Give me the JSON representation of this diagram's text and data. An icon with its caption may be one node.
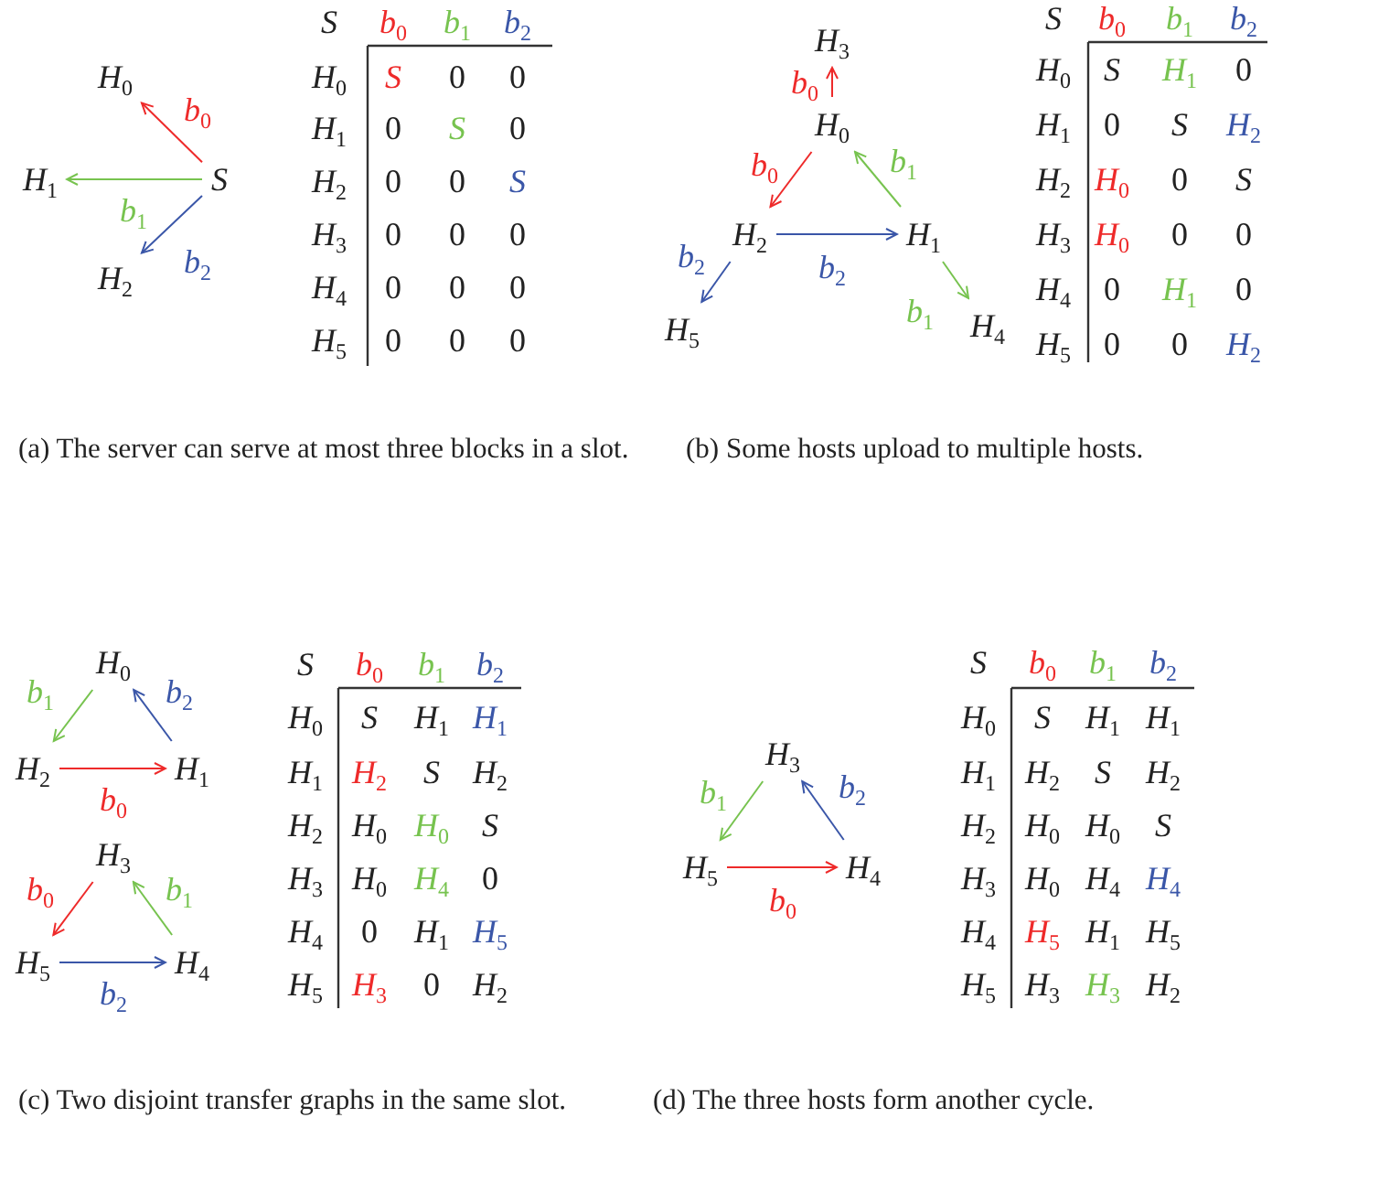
{
  "diagram": {
    "nodes": [
      {
        "text": [
          "H$_{0}$"
        ]
      },
      {
        "text": [
          "H$_{1}$"
        ]
      },
      {
        "text": [
          "S"
        ]
      },
      {
        "text": [
          "H$_{2}$"
        ]
      },
      {
        "text": [
          "H$_{3}$"
        ]
      },
      {
        "text": [
          "H$_{0}$"
        ]
      },
      {
        "text": [
          "H$_{2}$"
        ]
      },
      {
        "text": [
          "H$_{1}$"
        ]
      },
      {
        "text": [
          "H$_{5}$"
        ]
      },
      {
        "text": [
          "H$_{4}$"
        ]
      },
      {
        "text": [
          "H$_{0}$"
        ]
      },
      {
        "text": [
          "H$_{2}$"
        ]
      },
      {
        "text": [
          "H$_{1}$"
        ]
      },
      {
        "text": [
          "H$_{3}$"
        ]
      },
      {
        "text": [
          "H$_{5}$"
        ]
      },
      {
        "text": [
          "H$_{4}$"
        ]
      },
      {
        "text": [
          "H$_{3}$"
        ]
      },
      {
        "text": [
          "H$_{5}$"
        ]
      },
      {
        "text": [
          "H$_{4}$"
        ]
      }
    ],
    "edges": [
      {
        "from": 2,
        "to": 0,
        "arrow": "to",
        "label": "b$_{0}$",
        "color": "#ee2a2a"
      },
      {
        "from": 2,
        "to": 1,
        "arrow": "to",
        "label": "b$_{1}$",
        "color": "#77c34f"
      },
      {
        "from": 2,
        "to": 3,
        "arrow": "to",
        "label": "b$_{2}$",
        "color": "#3a56a8"
      },
      {
        "from": 5,
        "to": 4,
        "arrow": "to",
        "label": "b$_{0}$",
        "color": "#ee2a2a"
      },
      {
        "from": 5,
        "to": 6,
        "arrow": "to",
        "label": "b$_{0}$",
        "color": "#ee2a2a"
      },
      {
        "from": 7,
        "to": 5,
        "arrow": "to",
        "label": "b$_{1}$",
        "color": "#77c34f"
      },
      {
        "from": 6,
        "to": 7,
        "arrow": "to",
        "label": "b$_{2}$",
        "color": "#3a56a8"
      },
      {
        "from": 6,
        "to": 8,
        "arrow": "to",
        "label": "b$_{2}$",
        "color": "#3a56a8"
      },
      {
        "from": 7,
        "to": 9,
        "arrow": "to",
        "label": "b$_{1}$",
        "color": "#77c34f"
      },
      {
        "from": 10,
        "to": 11,
        "arrow": "to",
        "label": "b$_{1}$",
        "color": "#77c34f"
      },
      {
        "from": 12,
        "to": 10,
        "arrow": "to",
        "label": "b$_{2}$",
        "color": "#3a56a8"
      },
      {
        "from": 11,
        "to": 12,
        "arrow": "to",
        "label": "b$_{0}$",
        "color": "#ee2a2a"
      },
      {
        "from": 13,
        "to": 14,
        "arrow": "to",
        "label": "b$_{0}$",
        "color": "#ee2a2a"
      },
      {
        "from": 15,
        "to": 13,
        "arrow": "to",
        "label": "b$_{1}$",
        "color": "#77c34f"
      },
      {
        "from": 14,
        "to": 15,
        "arrow": "to",
        "label": "b$_{2}$",
        "color": "#3a56a8"
      },
      {
        "from": 16,
        "to": 17,
        "arrow": "to",
        "label": "b$_{1}$",
        "color": "#77c34f"
      },
      {
        "from": 18,
        "to": 16,
        "arrow": "to",
        "label": "b$_{2}$",
        "color": "#3a56a8"
      },
      {
        "from": 17,
        "to": 18,
        "arrow": "to",
        "label": "b$_{0}$",
        "color": "#ee2a2a"
      }
    ],
    "labels": [
      "S",
      "b$_{0}$",
      "b$_{1}$",
      "b$_{2}$",
      "H$_{0}$",
      "S",
      "0",
      "0",
      "H$_{1}$",
      "0",
      "S",
      "0",
      "H$_{2}$",
      "0",
      "0",
      "S",
      "H$_{3}$",
      "0",
      "0",
      "0",
      "H$_{4}$",
      "0",
      "0",
      "0",
      "H$_{5}$",
      "0",
      "0",
      "0",
      "S",
      "b$_{0}$",
      "b$_{1}$",
      "b$_{2}$",
      "H$_{0}$",
      "S",
      "H$_{1}$",
      "0",
      "H$_{1}$",
      "0",
      "S",
      "H$_{2}$",
      "H$_{2}$",
      "H$_{0}$",
      "0",
      "S",
      "H$_{3}$",
      "H$_{0}$",
      "0",
      "0",
      "H$_{4}$",
      "0",
      "H$_{1}$",
      "0",
      "H$_{5}$",
      "0",
      "0",
      "H$_{2}$",
      "(a) The server can serve at most three blocks in a slot.",
      "(b) Some hosts upload to multiple hosts.",
      "S",
      "b$_{0}$",
      "b$_{1}$",
      "b$_{2}$",
      "H$_{0}$",
      "S",
      "H$_{1}$",
      "H$_{1}$",
      "H$_{1}$",
      "H$_{2}$",
      "S",
      "H$_{2}$",
      "H$_{2}$",
      "H$_{0}$",
      "H$_{0}$",
      "S",
      "H$_{3}$",
      "H$_{0}$",
      "H$_{4}$",
      "0",
      "H$_{4}$",
      "0",
      "H$_{1}$",
      "H$_{5}$",
      "H$_{5}$",
      "H$_{3}$",
      "0",
      "H$_{2}$",
      "S",
      "b$_{0}$",
      "b$_{1}$",
      "b$_{2}$",
      "H$_{0}$",
      "S",
      "H$_{1}$",
      "H$_{1}$",
      "H$_{1}$",
      "H$_{2}$",
      "S",
      "H$_{2}$",
      "H$_{2}$",
      "H$_{0}$",
      "H$_{0}$",
      "S",
      "H$_{3}$",
      "H$_{0}$",
      "H$_{4}$",
      "H$_{4}$",
      "H$_{4}$",
      "H$_{5}$",
      "H$_{1}$",
      "H$_{5}$",
      "H$_{5}$",
      "H$_{3}$",
      "H$_{3}$",
      "H$_{2}$",
      "(c) Two disjoint transfer graphs in the same slot.",
      "(d) The three hosts form another cycle."
    ]
  }
}
